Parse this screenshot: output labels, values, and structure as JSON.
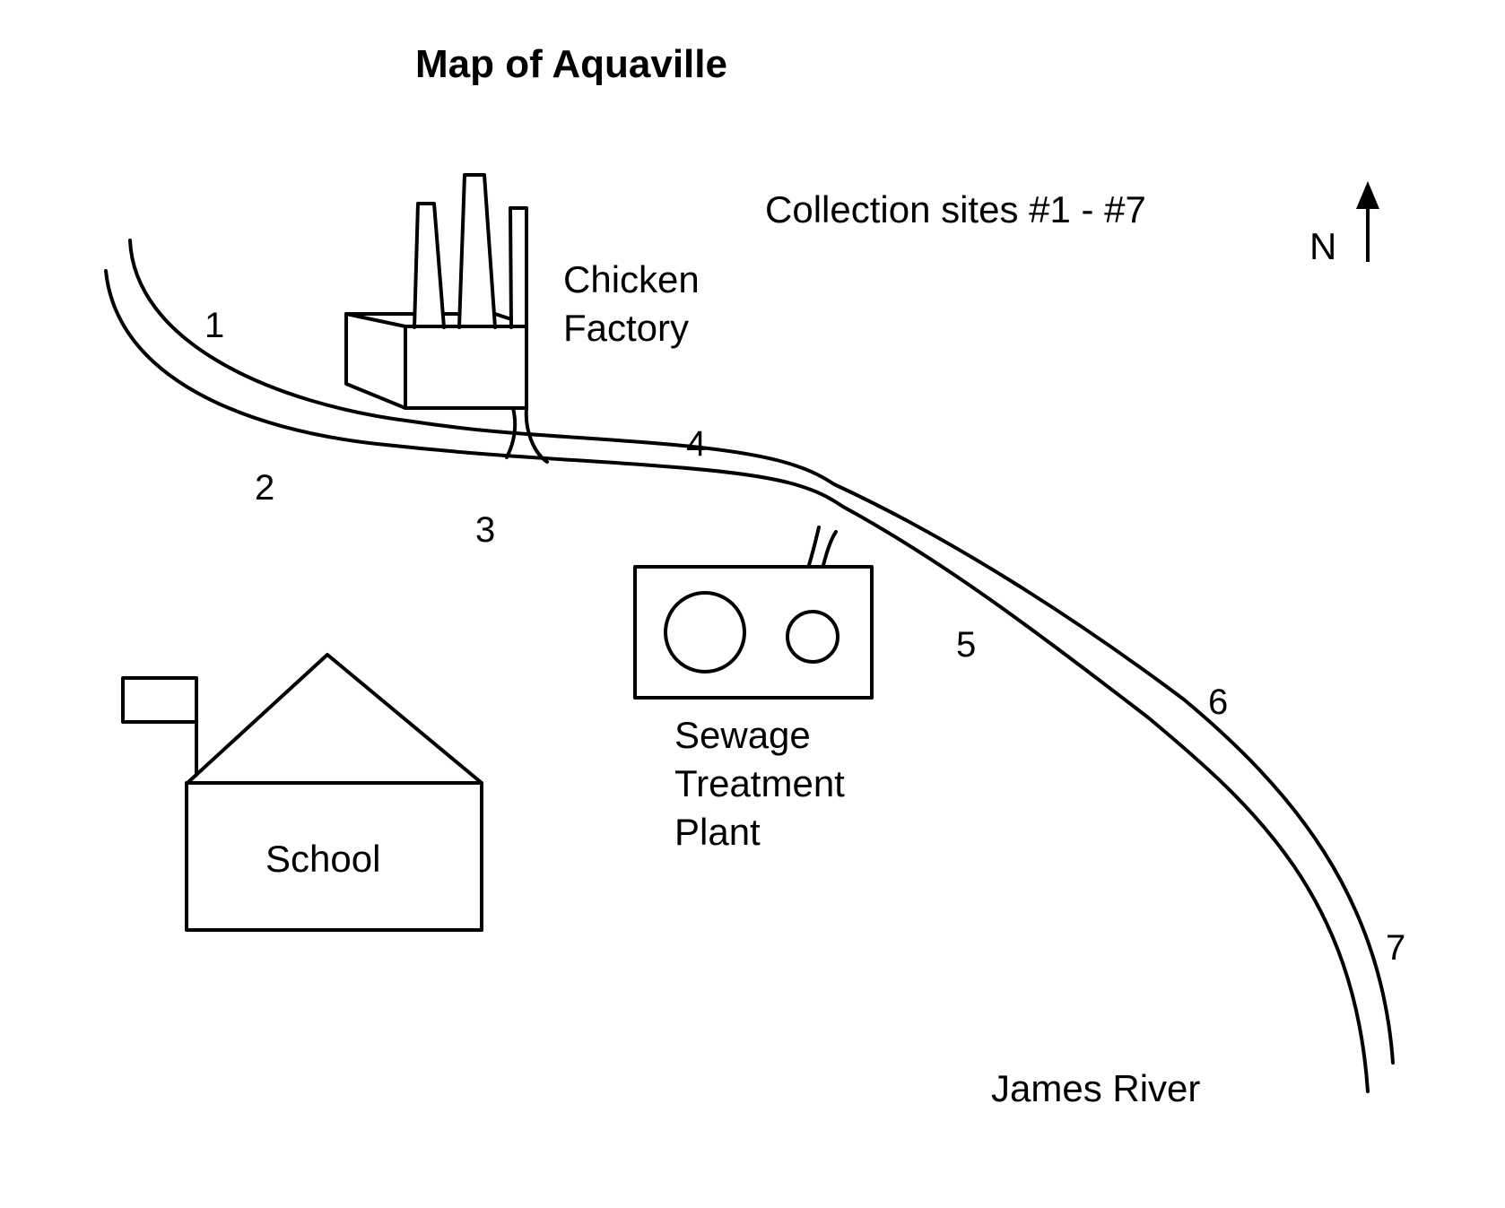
{
  "title": "Map of Aquaville",
  "legend": "Collection sites #1 - #7",
  "compass": {
    "label": "N",
    "icon": "north-arrow-icon"
  },
  "landmarks": {
    "factory": [
      "Chicken",
      "Factory"
    ],
    "sewage": [
      "Sewage",
      "Treatment",
      "Plant"
    ],
    "school": "School",
    "river": "James River"
  },
  "sites": [
    "1",
    "2",
    "3",
    "4",
    "5",
    "6",
    "7"
  ],
  "colors": {
    "ink": "#000000",
    "background": "#ffffff"
  }
}
